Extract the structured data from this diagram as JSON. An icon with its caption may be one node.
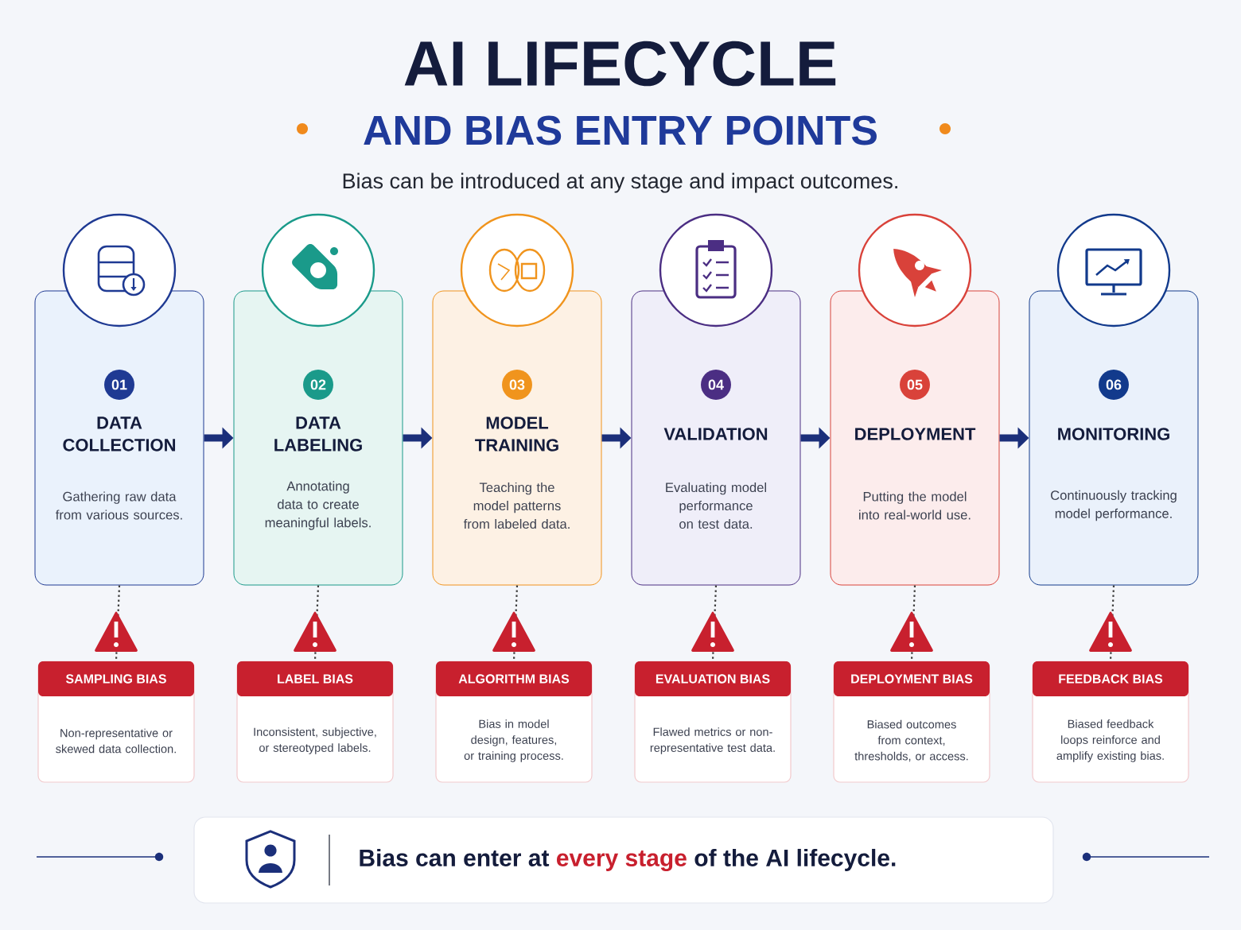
{
  "diagram": {
    "title": "AI LIFECYCLE",
    "nodes": [
      {
        "text": [
          "01",
          "DATA COLLECTION",
          "Gathering raw data from various sources."
        ]
      },
      {
        "text": [
          "02",
          "DATA LABELING",
          "Annotating data to create meaningful labels."
        ]
      },
      {
        "text": [
          "03",
          "MODEL TRAINING",
          "Teaching the model patterns from labeled data."
        ]
      },
      {
        "text": [
          "04",
          "VALIDATION",
          "Evaluating model performance on test data."
        ]
      },
      {
        "text": [
          "05",
          "DEPLOYMENT",
          "Putting the model into real-world use."
        ]
      },
      {
        "text": [
          "06",
          "MONITORING",
          "Continuously tracking model performance."
        ]
      },
      {
        "text": [
          "SAMPLING BIAS",
          "Non-representative or skewed data collection."
        ]
      },
      {
        "text": [
          "LABEL BIAS",
          "Inconsistent, subjective, or stereotyped labels."
        ]
      },
      {
        "text": [
          "ALGORITHM BIAS",
          "Bias in model design, features, or training process."
        ]
      },
      {
        "text": [
          "EVALUATION BIAS",
          "Flawed metrics or non-representative test data."
        ]
      },
      {
        "text": [
          "DEPLOYMENT BIAS",
          "Biased outcomes from context, thresholds, or access."
        ]
      },
      {
        "text": [
          "FEEDBACK BIAS",
          "Biased feedback loops reinforce and amplify existing bias."
        ]
      },
      {
        "text": [
          "Bias can enter at",
          "every stage",
          "of the AI lifecycle."
        ]
      }
    ],
    "edges": [
      {
        "from": 0,
        "to": 1,
        "arrow": "to",
        "style": "thick"
      },
      {
        "from": 1,
        "to": 2,
        "arrow": "to",
        "style": "thick"
      },
      {
        "from": 2,
        "to": 3,
        "arrow": "to",
        "style": "thick"
      },
      {
        "from": 3,
        "to": 4,
        "arrow": "to",
        "style": "thick"
      },
      {
        "from": 4,
        "to": 5,
        "arrow": "to",
        "style": "thick"
      },
      {
        "from": 0,
        "to": 6,
        "arrow": "none",
        "style": "dashed",
        "color": "#3a3a3a"
      },
      {
        "from": 1,
        "to": 7,
        "arrow": "none",
        "style": "dashed",
        "color": "#3a3a3a"
      },
      {
        "from": 2,
        "to": 8,
        "arrow": "none",
        "style": "dashed",
        "color": "#3a3a3a"
      },
      {
        "from": 3,
        "to": 9,
        "arrow": "none",
        "style": "dashed",
        "color": "#3a3a3a"
      },
      {
        "from": 4,
        "to": 10,
        "arrow": "none",
        "style": "dashed",
        "color": "#3a3a3a"
      },
      {
        "from": 5,
        "to": 11,
        "arrow": "none",
        "style": "dashed",
        "color": "#3a3a3a"
      }
    ],
    "labels": [
      "AND BIAS ENTRY POINTS",
      "Bias can be introduced at any stage and impact outcomes."
    ]
  }
}
